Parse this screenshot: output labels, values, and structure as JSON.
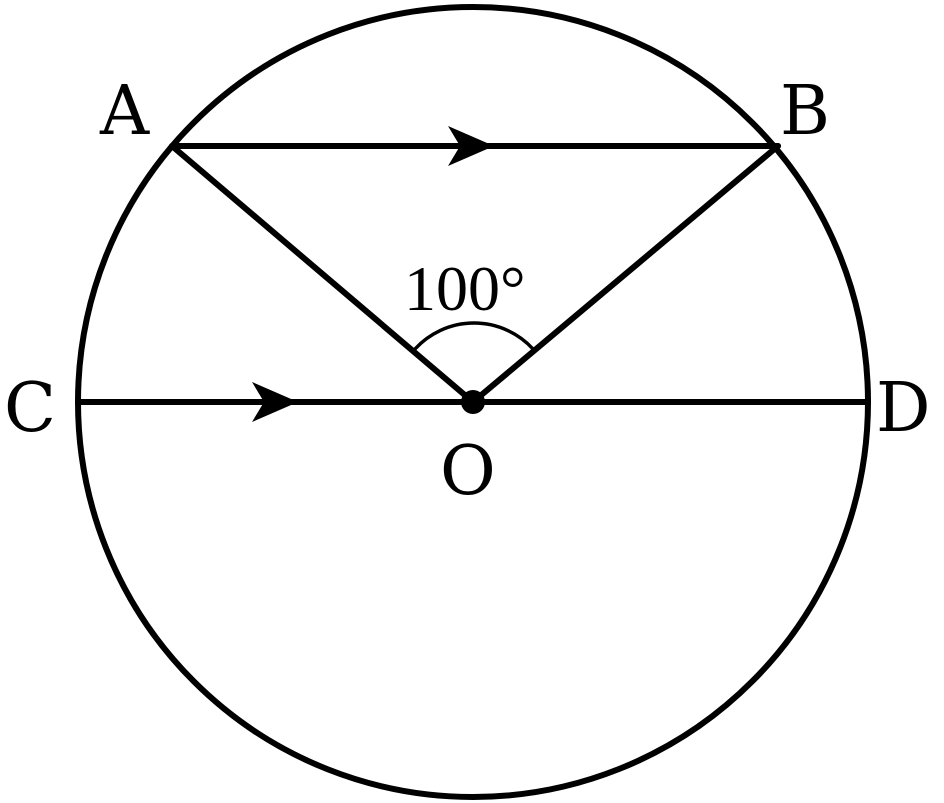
{
  "labels": {
    "A": "A",
    "B": "B",
    "C": "C",
    "D": "D",
    "O": "O"
  },
  "angle_AOB": "100°"
}
